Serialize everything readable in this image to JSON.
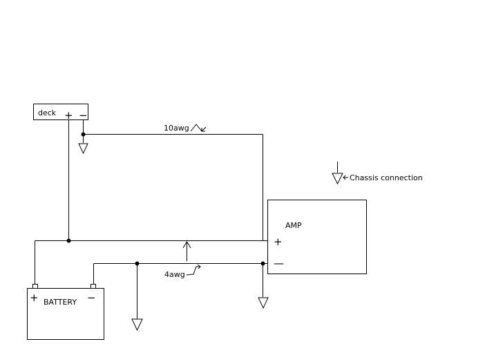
{
  "diagram": {
    "deck": {
      "label": "deck",
      "plus": "+",
      "minus": "−"
    },
    "amp": {
      "label": "AMP",
      "plus": "+",
      "minus": "—"
    },
    "battery": {
      "label": "BATTERY",
      "plus": "+",
      "minus": "−"
    },
    "wires": {
      "remote_gauge": "10awg",
      "power_gauge": "4awg"
    },
    "legend": {
      "chassis_label": "Chassis connection"
    }
  },
  "colors": {
    "ink": "#000000",
    "background": "#ffffff"
  }
}
